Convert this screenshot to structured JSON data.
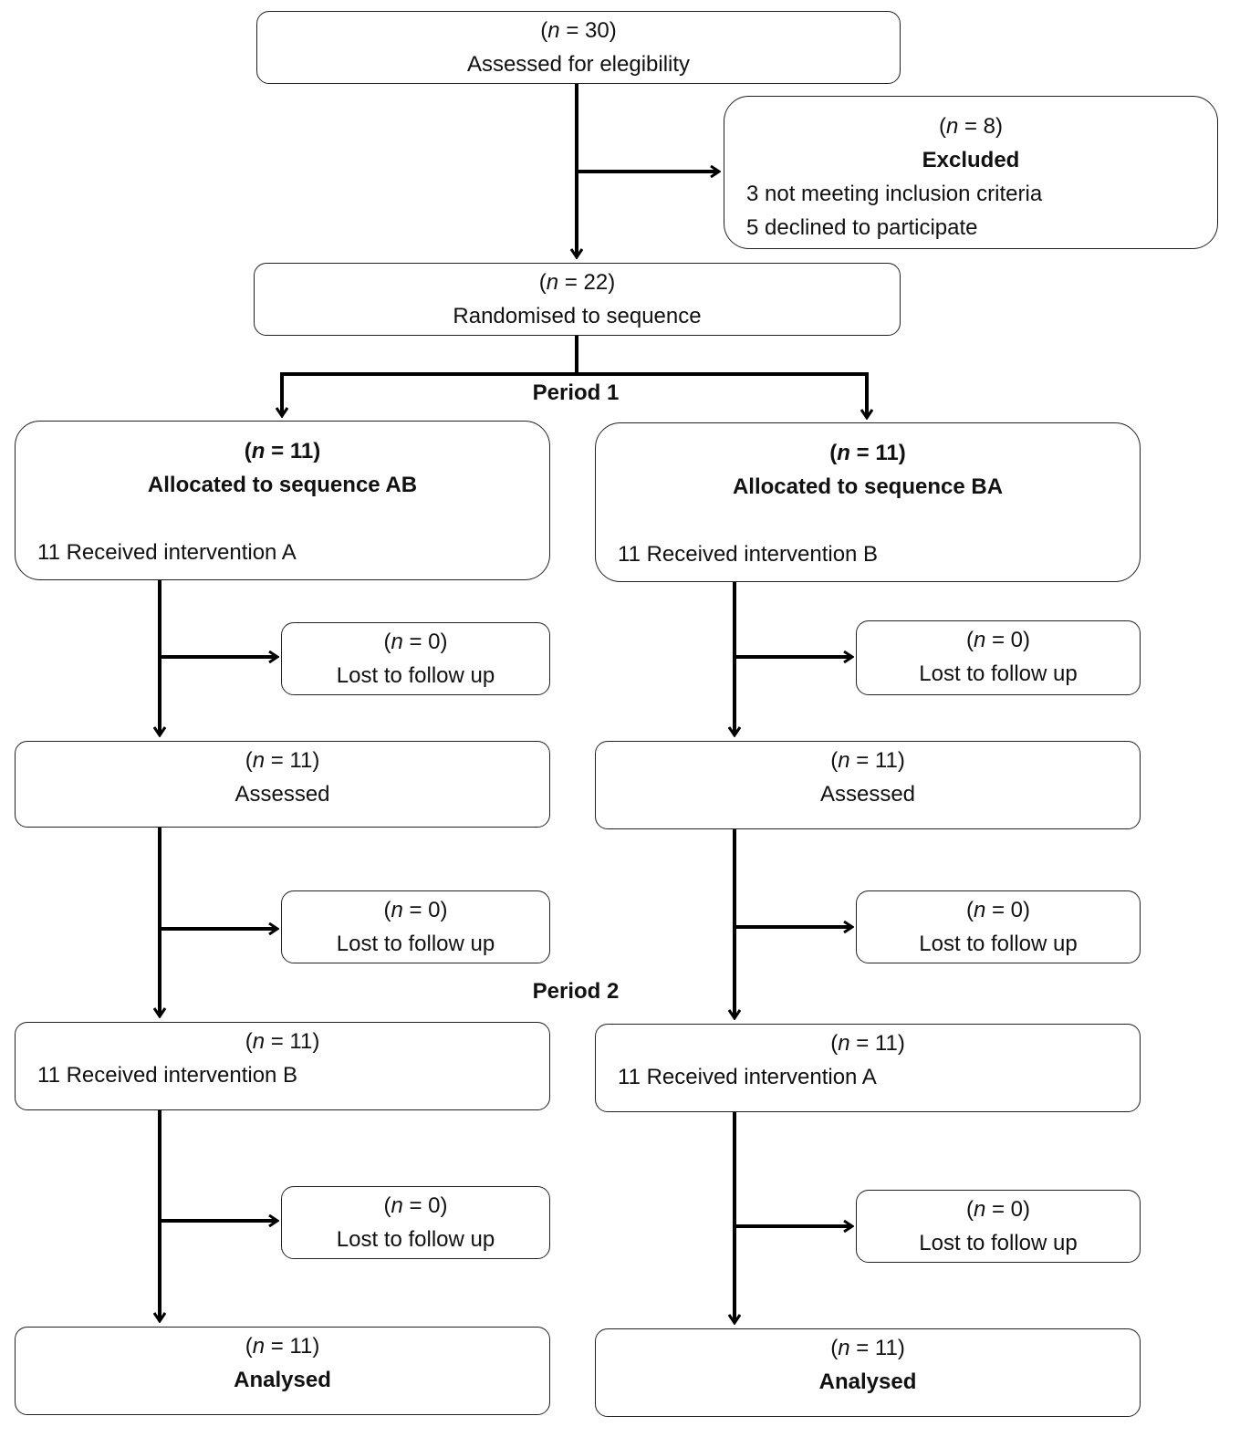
{
  "n_symbol": "n",
  "periods": [
    "Period 1",
    "Period 2"
  ],
  "boxes": [
    {
      "id": "assessed-eligibility",
      "count": "30",
      "lines": [
        {
          "text": "Assessed for elegibility",
          "bold": false,
          "align": "c"
        }
      ]
    },
    {
      "id": "excluded",
      "count": "8",
      "lines": [
        {
          "text": "Excluded",
          "bold": true,
          "align": "c"
        },
        {
          "text": "3 not meeting inclusion criteria",
          "bold": false,
          "align": "l"
        },
        {
          "text": "5 declined to participate",
          "bold": false,
          "align": "l"
        }
      ]
    },
    {
      "id": "randomised",
      "count": "22",
      "lines": [
        {
          "text": "Randomised to sequence",
          "bold": false,
          "align": "c"
        }
      ]
    },
    {
      "id": "allocated-ab",
      "count": "11",
      "count_bold": true,
      "lines": [
        {
          "text": "Allocated to sequence AB",
          "bold": true,
          "align": "c"
        },
        {
          "text": "",
          "bold": false,
          "align": "c"
        },
        {
          "text": "11 Received intervention A",
          "bold": false,
          "align": "l"
        }
      ]
    },
    {
      "id": "allocated-ba",
      "count": "11",
      "count_bold": true,
      "lines": [
        {
          "text": "Allocated to sequence BA",
          "bold": true,
          "align": "c"
        },
        {
          "text": "",
          "bold": false,
          "align": "c"
        },
        {
          "text": "11 Received intervention B",
          "bold": false,
          "align": "l"
        }
      ]
    },
    {
      "id": "ab-lost-1",
      "count": "0",
      "lines": [
        {
          "text": "Lost to follow up",
          "bold": false,
          "align": "c"
        }
      ]
    },
    {
      "id": "ba-lost-1",
      "count": "0",
      "lines": [
        {
          "text": "Lost to follow up",
          "bold": false,
          "align": "c"
        }
      ]
    },
    {
      "id": "ab-assessed",
      "count": "11",
      "lines": [
        {
          "text": "Assessed",
          "bold": false,
          "align": "c"
        }
      ]
    },
    {
      "id": "ba-assessed",
      "count": "11",
      "lines": [
        {
          "text": "Assessed",
          "bold": false,
          "align": "c"
        }
      ]
    },
    {
      "id": "ab-lost-2",
      "count": "0",
      "lines": [
        {
          "text": "Lost to follow up",
          "bold": false,
          "align": "c"
        }
      ]
    },
    {
      "id": "ba-lost-2",
      "count": "0",
      "lines": [
        {
          "text": "Lost to follow up",
          "bold": false,
          "align": "c"
        }
      ]
    },
    {
      "id": "ab-period2",
      "count": "11",
      "lines": [
        {
          "text": "11 Received intervention B",
          "bold": false,
          "align": "l"
        }
      ]
    },
    {
      "id": "ba-period2",
      "count": "11",
      "lines": [
        {
          "text": "11 Received intervention A",
          "bold": false,
          "align": "l"
        }
      ]
    },
    {
      "id": "ab-lost-3",
      "count": "0",
      "lines": [
        {
          "text": "Lost to follow up",
          "bold": false,
          "align": "c"
        }
      ]
    },
    {
      "id": "ba-lost-3",
      "count": "0",
      "lines": [
        {
          "text": "Lost to follow up",
          "bold": false,
          "align": "c"
        }
      ]
    },
    {
      "id": "ab-analysed",
      "count": "11",
      "lines": [
        {
          "text": "Analysed",
          "bold": true,
          "align": "c"
        }
      ]
    },
    {
      "id": "ba-analysed",
      "count": "11",
      "lines": [
        {
          "text": "Analysed",
          "bold": true,
          "align": "c"
        }
      ]
    }
  ]
}
